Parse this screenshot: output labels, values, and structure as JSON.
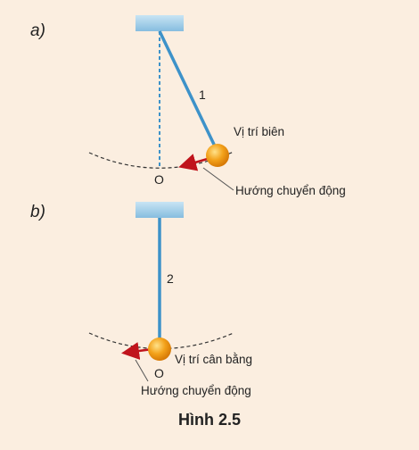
{
  "figure": {
    "part_a": {
      "label": "a)",
      "string_number": "1",
      "position_label": "Vị trí biên",
      "origin_label": "O",
      "direction_label": "Hướng chuyển động"
    },
    "part_b": {
      "label": "b)",
      "string_number": "2",
      "position_label": "Vị trí cân bằng",
      "origin_label": "O",
      "direction_label": "Hướng chuyển động"
    },
    "caption": "Hình 2.5"
  },
  "colors": {
    "background": "#fbeee0",
    "support": "#9fcbe6",
    "string": "#3d92c9",
    "bob": "#f3a21b",
    "arrow": "#c0141c",
    "text": "#222222"
  }
}
